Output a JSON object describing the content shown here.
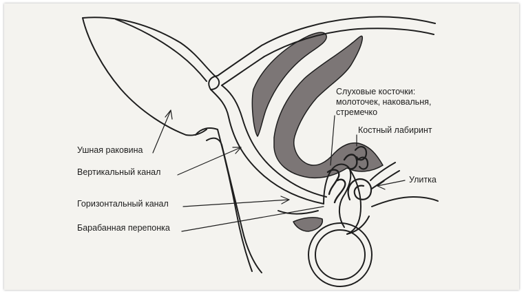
{
  "labels": {
    "auricle": "Ушная раковина",
    "vertical_canal": "Вертикальный канал",
    "horizontal_canal": "Горизонтальный канал",
    "eardrum": "Барабанная перепонка",
    "ossicles": "Слуховые косточки: молоточек, наковальня, стремечко",
    "bony_labyrinth": "Костный лабиринт",
    "cochlea": "Улитка"
  },
  "colors": {
    "line": "#1e1e1e",
    "shaded_bone": "#7c7676",
    "paper": "#f4f3ef"
  }
}
